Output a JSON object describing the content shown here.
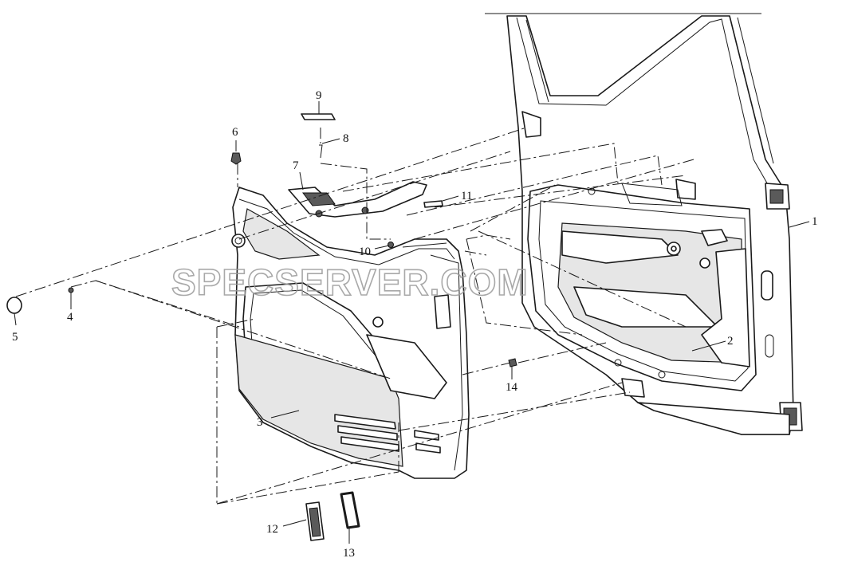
{
  "watermark": "SPECSERVER.COM",
  "callouts": [
    {
      "id": "c1",
      "label": "1"
    },
    {
      "id": "c2",
      "label": "2"
    },
    {
      "id": "c3",
      "label": "3"
    },
    {
      "id": "c4",
      "label": "4"
    },
    {
      "id": "c5",
      "label": "5"
    },
    {
      "id": "c6",
      "label": "6"
    },
    {
      "id": "c7",
      "label": "7"
    },
    {
      "id": "c8",
      "label": "8"
    },
    {
      "id": "c9",
      "label": "9"
    },
    {
      "id": "c10",
      "label": "10"
    },
    {
      "id": "c11",
      "label": "11"
    },
    {
      "id": "c12",
      "label": "12"
    },
    {
      "id": "c13",
      "label": "13"
    },
    {
      "id": "c14",
      "label": "14"
    }
  ]
}
